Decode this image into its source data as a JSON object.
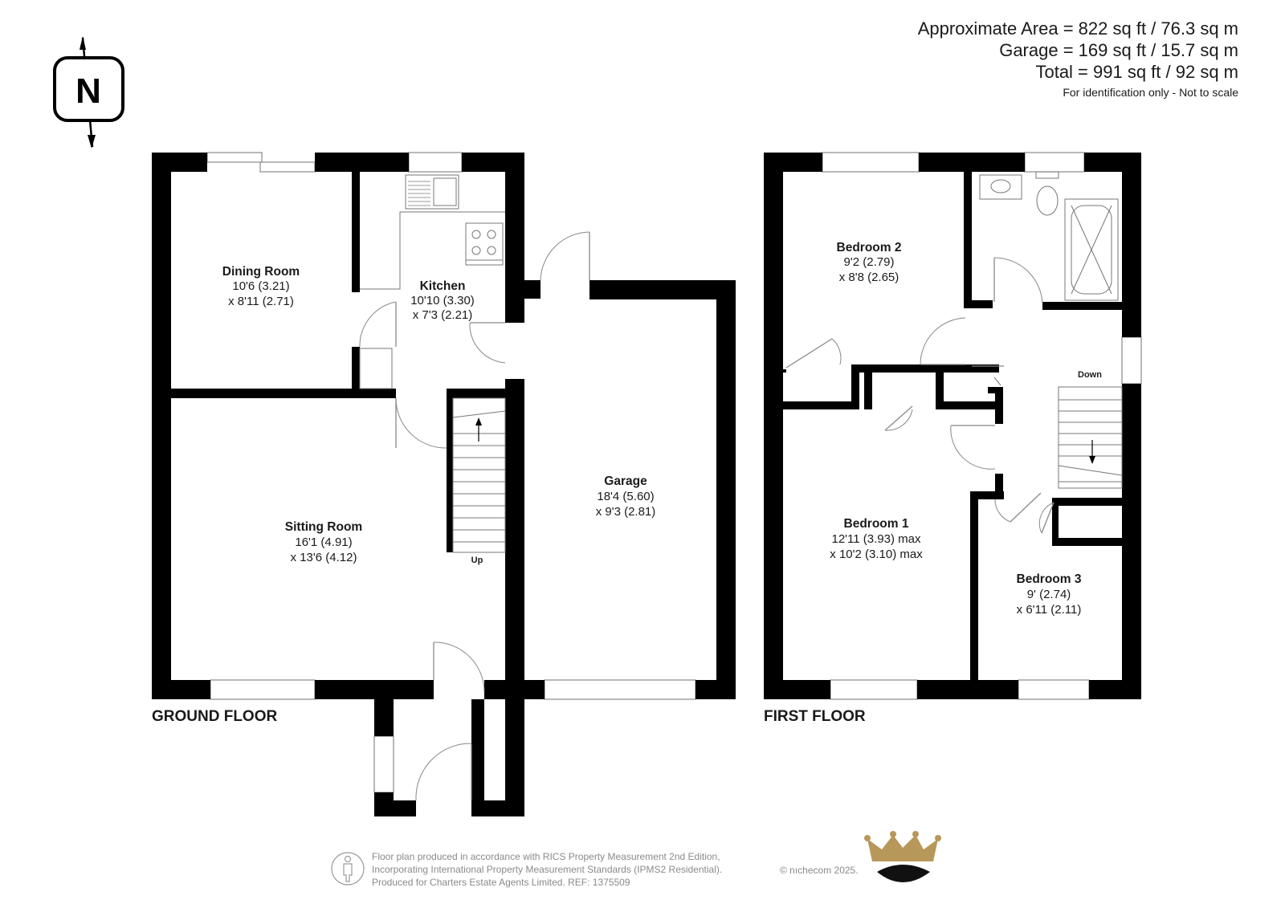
{
  "areas": {
    "approx": "Approximate Area = 822 sq ft / 76.3 sq m",
    "garage": "Garage = 169 sq ft / 15.7 sq m",
    "total": "Total = 991 sq ft / 92 sq m",
    "note": "For identification only - Not to scale"
  },
  "compass": {
    "letter": "N"
  },
  "ground_floor": {
    "label": "GROUND FLOOR",
    "dining": {
      "name": "Dining Room",
      "dim1": "10'6 (3.21)",
      "dim2": "x 8'11 (2.71)"
    },
    "kitchen": {
      "name": "Kitchen",
      "dim1": "10'10 (3.30)",
      "dim2": "x 7'3 (2.21)"
    },
    "sitting": {
      "name": "Sitting Room",
      "dim1": "16'1 (4.91)",
      "dim2": "x 13'6 (4.12)"
    },
    "garage": {
      "name": "Garage",
      "dim1": "18'4 (5.60)",
      "dim2": "x 9'3 (2.81)"
    },
    "stairs_label": "Up"
  },
  "first_floor": {
    "label": "FIRST FLOOR",
    "bedroom2": {
      "name": "Bedroom 2",
      "dim1": "9'2 (2.79)",
      "dim2": "x 8'8 (2.65)"
    },
    "bedroom1": {
      "name": "Bedroom 1",
      "dim1": "12'11 (3.93) max",
      "dim2": "x 10'2 (3.10) max"
    },
    "bedroom3": {
      "name": "Bedroom 3",
      "dim1": "9' (2.74)",
      "dim2": "x 6'11 (2.11)"
    },
    "stairs_label": "Down"
  },
  "footer": {
    "line1": "Floor plan produced in accordance with RICS Property Measurement 2nd Edition,",
    "line2": "Incorporating International Property Measurement Standards (IPMS2 Residential).",
    "line3": "Produced for Charters Estate Agents Limited.   REF: 1375509",
    "copyright": "© nıchecom 2025."
  },
  "colors": {
    "wall": "#000000",
    "gold": "#b8975a",
    "text_gray": "#8a8a8a"
  }
}
